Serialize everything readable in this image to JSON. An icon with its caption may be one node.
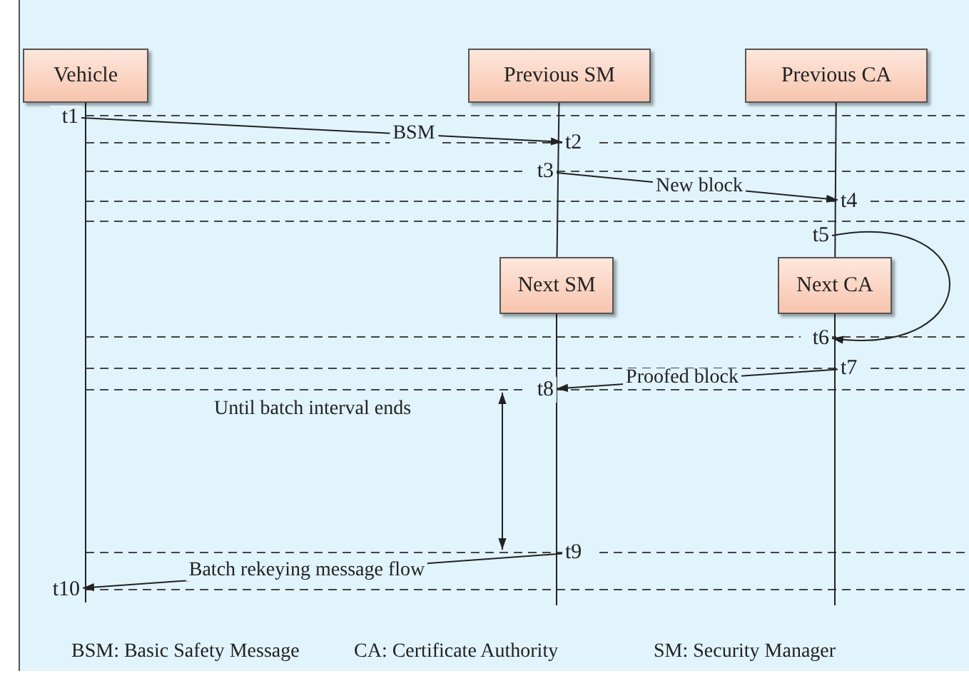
{
  "diagram": {
    "nodes": [
      {
        "text": [
          "Vehicle"
        ]
      },
      {
        "text": [
          "Previous SM"
        ]
      },
      {
        "text": [
          "Previous CA"
        ]
      },
      {
        "text": [
          "Next SM"
        ]
      },
      {
        "text": [
          "Next CA"
        ]
      },
      {
        "text": [
          "t1"
        ]
      },
      {
        "text": [
          "t2"
        ]
      },
      {
        "text": [
          "t3"
        ]
      },
      {
        "text": [
          "t4"
        ]
      },
      {
        "text": [
          "t5"
        ]
      },
      {
        "text": [
          "t6"
        ]
      },
      {
        "text": [
          "t7"
        ]
      },
      {
        "text": [
          "t8"
        ]
      },
      {
        "text": [
          "t9"
        ]
      },
      {
        "text": [
          "t10"
        ]
      }
    ],
    "edges": [
      {
        "from": 1,
        "to": 3,
        "arrow": "none"
      },
      {
        "from": 2,
        "to": 4,
        "arrow": "none"
      },
      {
        "from": 5,
        "to": 6,
        "arrow": "to",
        "label": "BSM"
      },
      {
        "from": 7,
        "to": 8,
        "arrow": "to",
        "label": "New block"
      },
      {
        "from": 9,
        "to": 10,
        "arrow": "to"
      },
      {
        "from": 11,
        "to": 12,
        "arrow": "to",
        "label": "Proofed block"
      },
      {
        "from": 13,
        "to": 14,
        "arrow": "to",
        "label": "Batch rekeying message flow"
      },
      {
        "from": 0,
        "to": 14,
        "arrow": "none"
      },
      {
        "from": 3,
        "to": null,
        "arrow": "none"
      },
      {
        "from": 4,
        "to": null,
        "arrow": "none"
      }
    ],
    "labels": [
      "Until batch interval ends",
      "BSM: Basic Safety Message",
      "CA: Certificate Authority",
      "SM: Security Manager"
    ]
  }
}
